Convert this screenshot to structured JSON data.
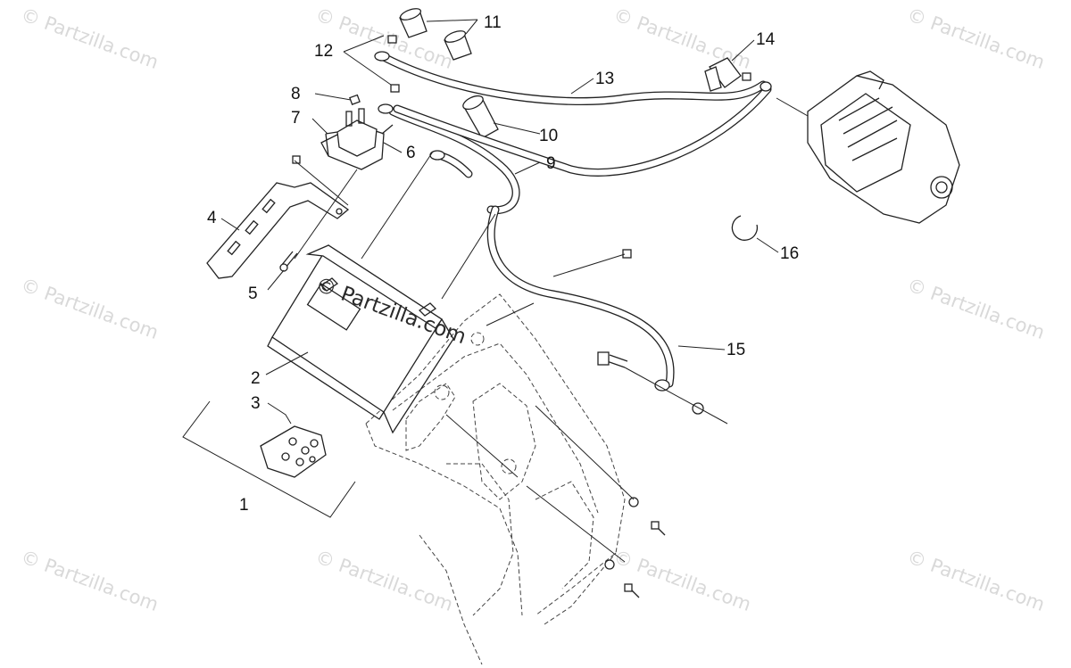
{
  "callouts": {
    "c1": "1",
    "c2": "2",
    "c3": "3",
    "c4": "4",
    "c5": "5",
    "c6": "6",
    "c7": "7",
    "c8": "8",
    "c9": "9",
    "c10": "10",
    "c11": "11",
    "c12": "12",
    "c13": "13",
    "c14": "14",
    "c15": "15",
    "c16": "16"
  },
  "watermark": {
    "repeat": "© Partzilla.com",
    "center": "© Partzilla.com"
  },
  "colors": {
    "line": "#222222",
    "watermark": "#d9d9d9",
    "background": "#ffffff"
  }
}
